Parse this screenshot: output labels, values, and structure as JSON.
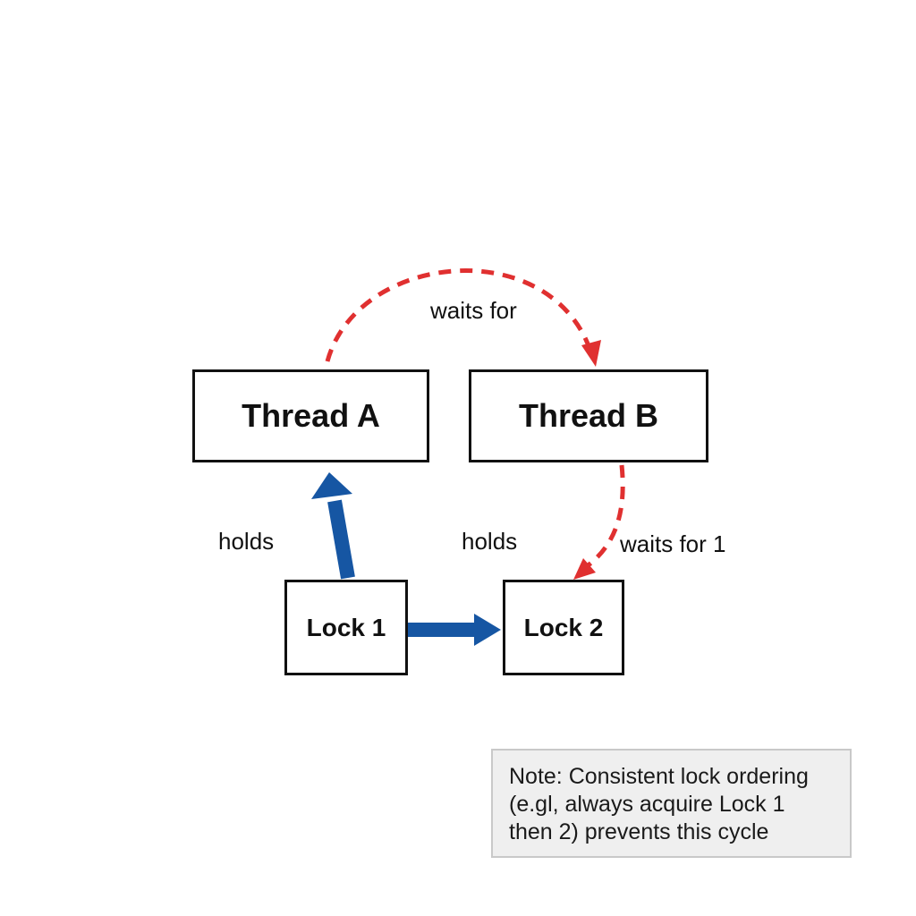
{
  "nodes": {
    "thread_a": "Thread A",
    "thread_b": "Thread B",
    "lock_1": "Lock 1",
    "lock_2": "Lock 2"
  },
  "edges": {
    "thread_a_waits_for_thread_b": "waits for",
    "lock_1_holds_thread_a": "holds",
    "lock_1_holds_lock_2": "holds",
    "thread_b_waits_for_lock_2": "waits for 1"
  },
  "note": {
    "lines": [
      "Note: Consistent lock ordering",
      "(e.gl, always acquire Lock 1",
      "then 2) prevents this cycle"
    ]
  },
  "colors": {
    "wait_edge": "#e03030",
    "hold_edge": "#1656a3",
    "box_border": "#111111",
    "note_background": "#efefef"
  }
}
